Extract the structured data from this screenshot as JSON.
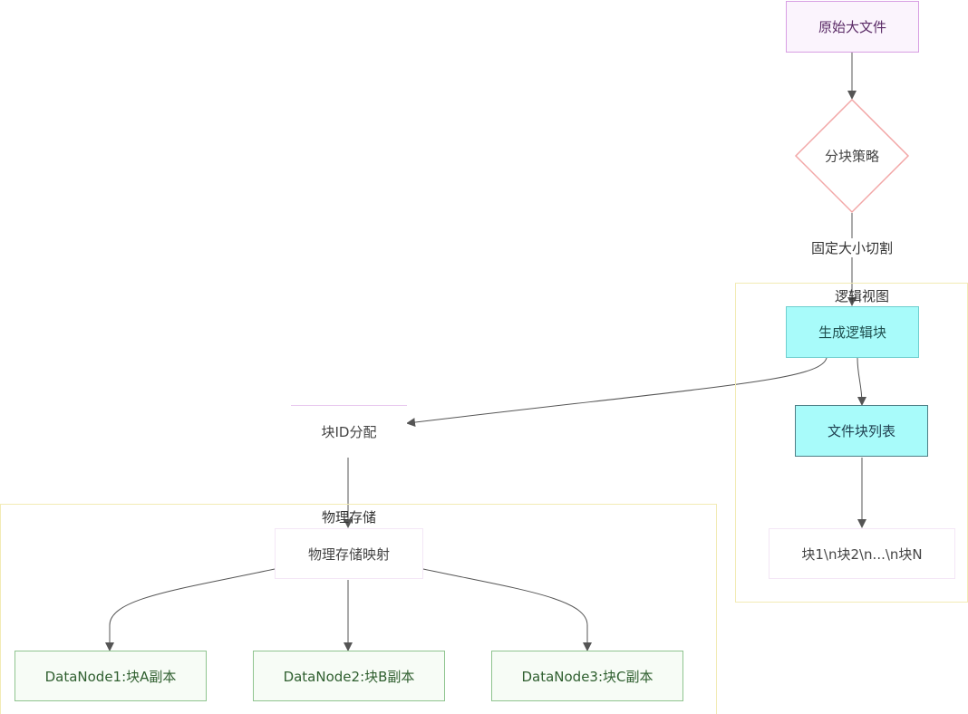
{
  "clusters": {
    "logical": "逻辑视图",
    "physical": "物理存储"
  },
  "nodes": {
    "source_file": "原始大文件",
    "chunk_strategy": "分块策略",
    "gen_logical_blocks": "生成逻辑块",
    "file_block_list": "文件块列表",
    "block_items": "块1\\n块2\\n...\\n块N",
    "block_id_alloc": "块ID分配",
    "physical_mapping": "物理存储映射",
    "datanode1": "DataNode1:块A副本",
    "datanode2": "DataNode2:块B副本",
    "datanode3": "DataNode3:块C副本"
  },
  "edge_labels": {
    "fixed_size_cut": "固定大小切割"
  }
}
